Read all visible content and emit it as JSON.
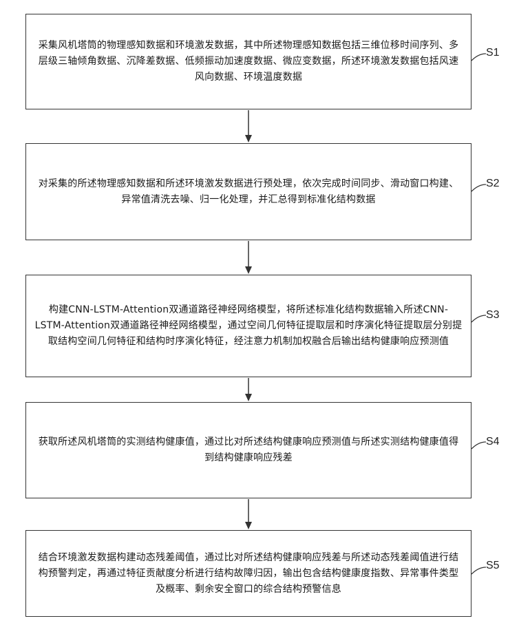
{
  "steps": [
    {
      "label": "S1",
      "text": "采集风机塔筒的物理感知数据和环境激发数据，其中所述物理感知数据包括三维位移时间序列、多层级三轴倾角数据、沉降差数据、低频振动加速度数据、微应变数据，所述环境激发数据包括风速风向数据、环境温度数据"
    },
    {
      "label": "S2",
      "text": "对采集的所述物理感知数据和所述环境激发数据进行预处理，依次完成时间同步、滑动窗口构建、异常值清洗去噪、归一化处理，并汇总得到标准化结构数据"
    },
    {
      "label": "S3",
      "text": "构建CNN-LSTM-Attention双通道路径神经网络模型，将所述标准化结构数据输入所述CNN-LSTM-Attention双通道路径神经网络模型，通过空间几何特征提取层和时序演化特征提取层分别提取结构空间几何特征和结构时序演化特征，经注意力机制加权融合后输出结构健康响应预测值"
    },
    {
      "label": "S4",
      "text": "获取所述风机塔筒的实测结构健康值，通过比对所述结构健康响应预测值与所述实测结构健康值得到结构健康响应残差"
    },
    {
      "label": "S5",
      "text": "结合环境激发数据构建动态残差阈值，通过比对所述结构健康响应残差与所述动态残差阈值进行结构预警判定，再通过特征贡献度分析进行结构故障归因，输出包含结构健康度指数、异常事件类型及概率、剩余安全窗口的综合结构预警信息"
    }
  ]
}
